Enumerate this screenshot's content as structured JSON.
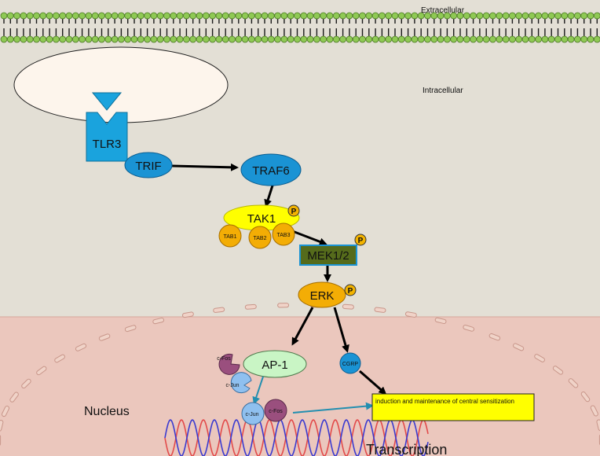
{
  "labels": {
    "extracellular": "Extracellular",
    "intracellular": "Intracellular",
    "nucleus": "Nucleus",
    "transcription": "Transcription",
    "outcome": "induction and maintenance of central sensitization"
  },
  "nodes": {
    "tlr3": "TLR3",
    "trif": "TRIF",
    "traf6": "TRAF6",
    "tak1": "TAK1",
    "tab1": "TAB1",
    "tab2": "TAB2",
    "tab3": "TAB3",
    "mek": "MEK1/2",
    "erk": "ERK",
    "ap1": "AP-1",
    "cfos": "c-Fos",
    "cjun": "c-Jun",
    "cgrp": "CGRP",
    "phospho": "P"
  },
  "colors": {
    "background": "#e3dfd5",
    "nucleus_fill": "#ebc7bd",
    "membrane_head": "#8fc954",
    "receptor_blue": "#1aa3dd",
    "node_blue": "#1a93d4",
    "tak1_yellow": "#ffff00",
    "tab_orange": "#f3ad05",
    "mek_green": "#556b1b",
    "ap1_green": "#c9f5c5",
    "cfos_purple": "#9a4f7e",
    "cjun_blue": "#8fc0ef",
    "outcome_yellow": "#ffff00",
    "dna_red": "#e24a4a",
    "dna_blue": "#3a3ad0",
    "teal_arrow": "#238fb0"
  }
}
